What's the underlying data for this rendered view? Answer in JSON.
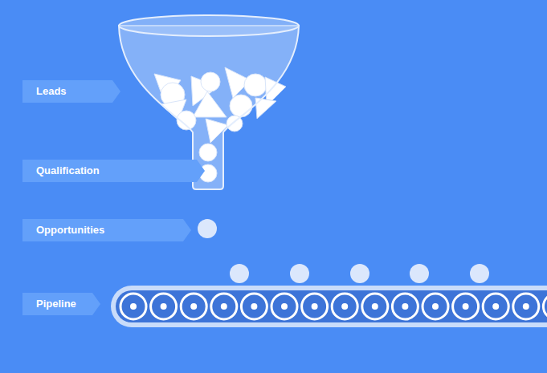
{
  "diagram": {
    "nodes": [
      {
        "text": [
          "Leads"
        ]
      },
      {
        "text": [
          "Qualification"
        ]
      },
      {
        "text": [
          "Opportunities"
        ]
      },
      {
        "text": [
          "Pipeline"
        ]
      }
    ]
  }
}
